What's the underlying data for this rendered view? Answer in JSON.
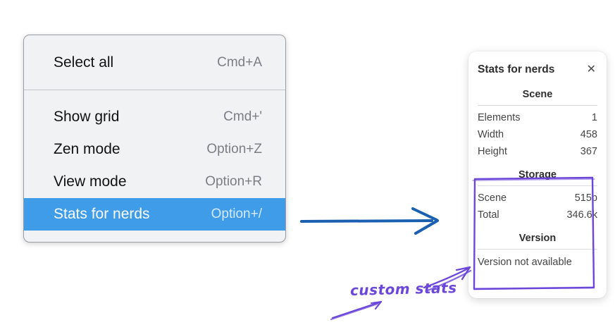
{
  "menu": {
    "items": [
      {
        "label": "Select all",
        "shortcut": "Cmd+A",
        "highlighted": false
      },
      {
        "label": "Show grid",
        "shortcut": "Cmd+'",
        "highlighted": false
      },
      {
        "label": "Zen mode",
        "shortcut": "Option+Z",
        "highlighted": false
      },
      {
        "label": "View mode",
        "shortcut": "Option+R",
        "highlighted": false
      },
      {
        "label": "Stats for nerds",
        "shortcut": "Option+/",
        "highlighted": true
      }
    ]
  },
  "stats_panel": {
    "title": "Stats for nerds",
    "close_icon": "✕",
    "scene": {
      "heading": "Scene",
      "rows": [
        {
          "label": "Elements",
          "value": "1"
        },
        {
          "label": "Width",
          "value": "458"
        },
        {
          "label": "Height",
          "value": "367"
        }
      ]
    },
    "storage": {
      "heading": "Storage",
      "rows": [
        {
          "label": "Scene",
          "value": "515b"
        },
        {
          "label": "Total",
          "value": "346.6k"
        }
      ]
    },
    "version": {
      "heading": "Version",
      "status": "Version not available"
    }
  },
  "annotations": {
    "custom_stats_label": "custom stats"
  },
  "colors": {
    "menu_highlight_blue": "#3f9ce8",
    "arrow_blue": "#1b5fb0",
    "annotation_purple": "#6b46d9"
  }
}
